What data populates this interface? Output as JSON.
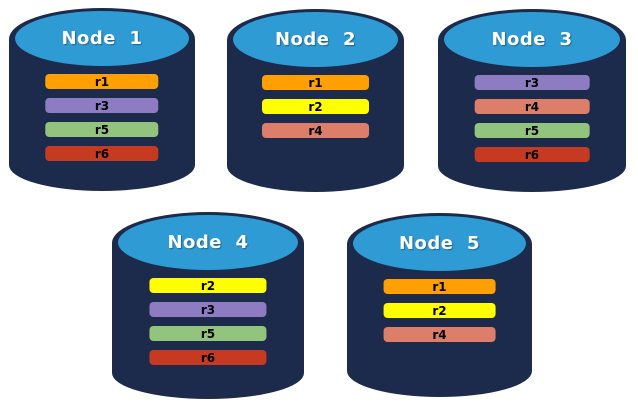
{
  "node_colors": {
    "body": "#1C2B4B",
    "top": "#2E9BD5"
  },
  "palette": {
    "r1": "#FFA000",
    "r2": "#FFFF00",
    "r3": "#8E7CC3",
    "r4": "#DD7E6B",
    "r5": "#93C47D",
    "r6": "#C63A21"
  },
  "nodes": [
    {
      "title": "Node  1",
      "bars": [
        "r1",
        "r3",
        "r5",
        "r6"
      ]
    },
    {
      "title": "Node  2",
      "bars": [
        "r1",
        "r2",
        "r4"
      ]
    },
    {
      "title": "Node  3",
      "bars": [
        "r3",
        "r4",
        "r5",
        "r6"
      ]
    },
    {
      "title": "Node  4",
      "bars": [
        "r2",
        "r3",
        "r5",
        "r6"
      ]
    },
    {
      "title": "Node  5",
      "bars": [
        "r1",
        "r2",
        "r4"
      ]
    }
  ]
}
